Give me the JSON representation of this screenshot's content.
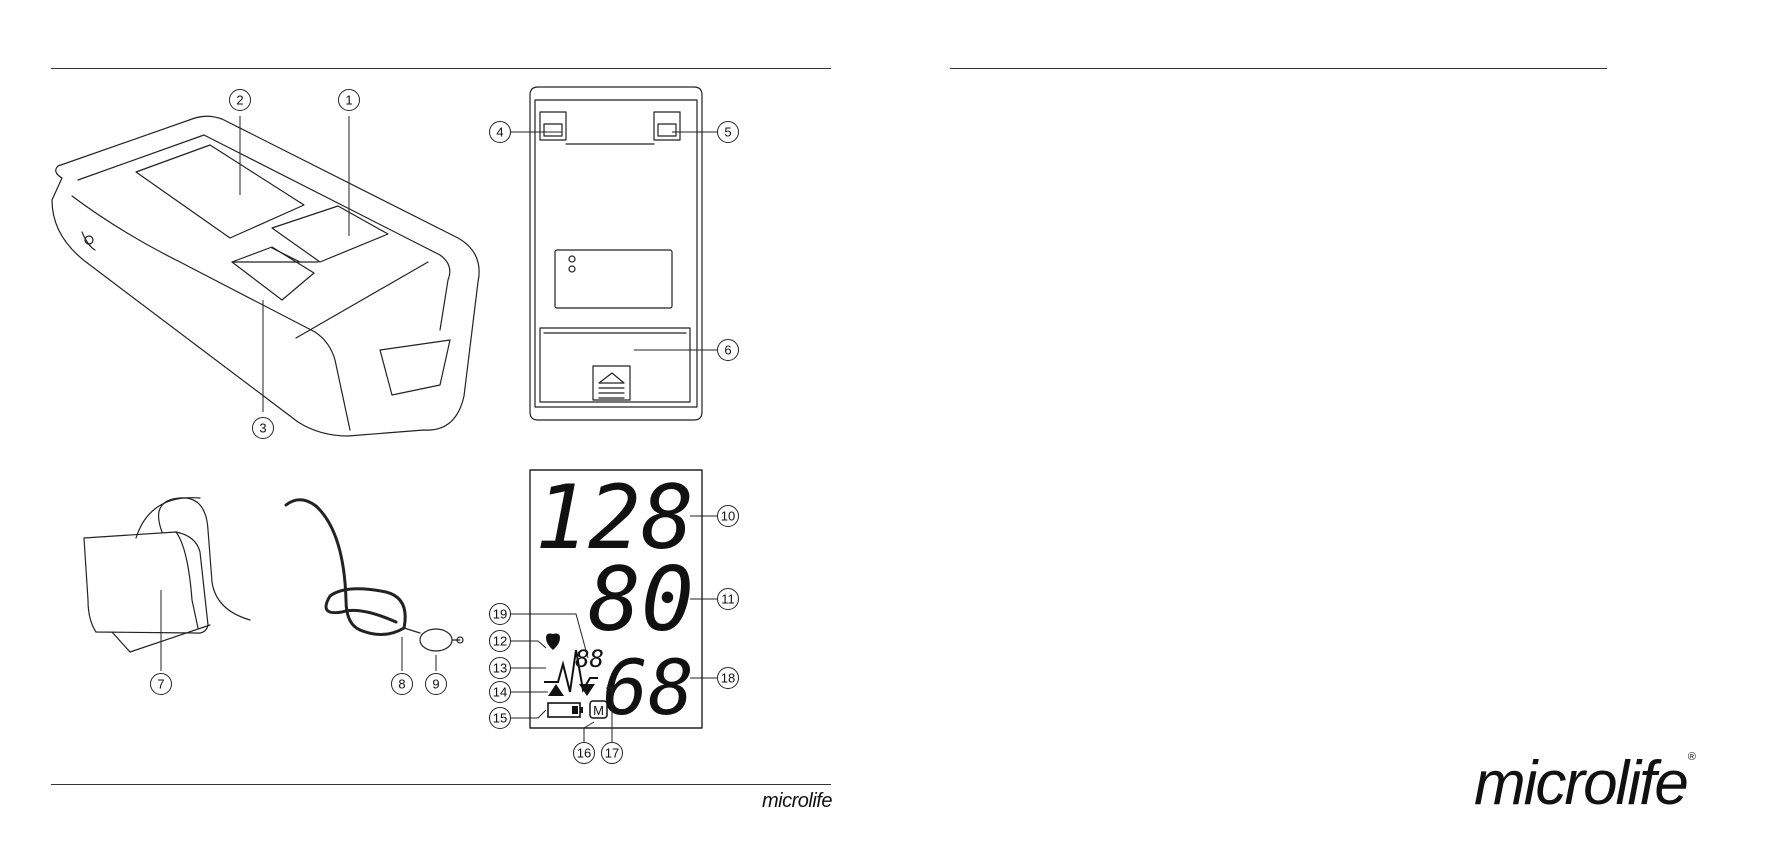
{
  "callouts": {
    "c1": "1",
    "c2": "2",
    "c3": "3",
    "c4": "4",
    "c5": "5",
    "c6": "6",
    "c7": "7",
    "c8": "8",
    "c9": "9",
    "c10": "10",
    "c11": "11",
    "c12": "12",
    "c13": "13",
    "c14": "14",
    "c15": "15",
    "c16": "16",
    "c17": "17",
    "c18": "18",
    "c19": "19"
  },
  "display": {
    "systolic": "128",
    "diastolic": "80",
    "pulse": "68",
    "memory_number": "88",
    "memory_symbol": "M"
  },
  "footer": {
    "logo_text": "microlife"
  },
  "brand": {
    "logo_text": "microlife",
    "registered_mark": "®"
  }
}
